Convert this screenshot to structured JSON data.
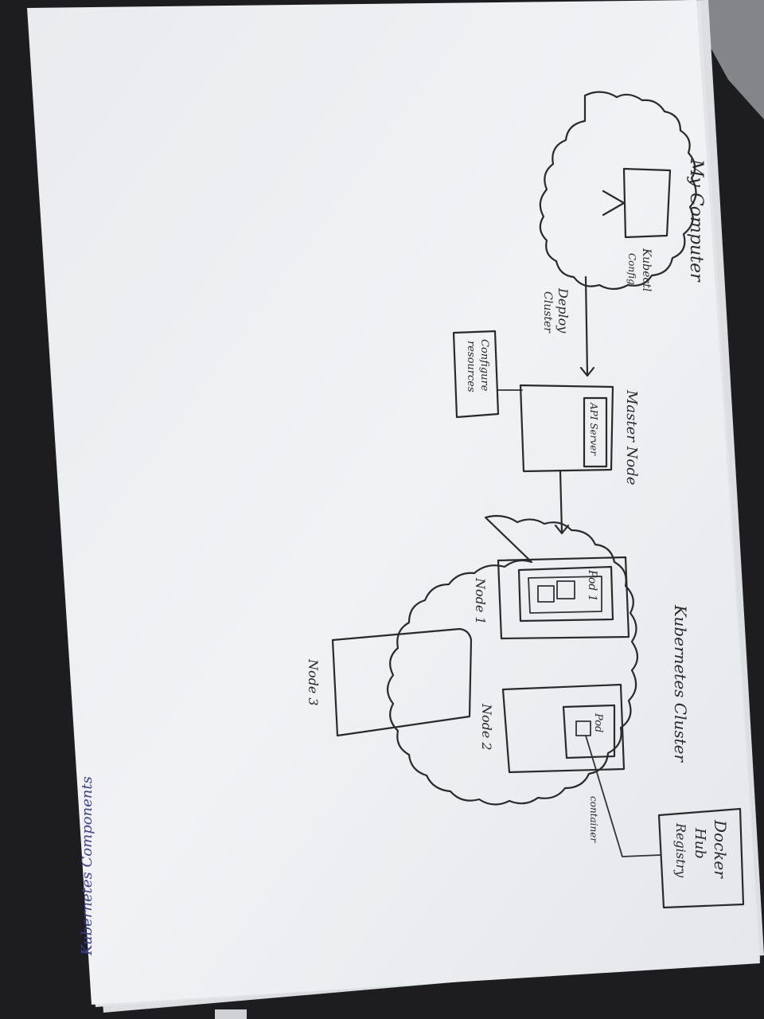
{
  "labels": {
    "my_computer": "My Computer",
    "kubectl": "Kubectl",
    "config": "Config",
    "deploy": "Deploy",
    "cluster_action": "Cluster",
    "configure": "Configure",
    "resources": "resources",
    "master_node": "Master Node",
    "api_server": "API Server",
    "pod1": "Pod 1",
    "node1": "Node 1",
    "pod": "Pod",
    "node2": "Node 2",
    "node3": "Node 3",
    "k8s_cluster": "Kubernetes Cluster",
    "container": "container",
    "docker": "Docker",
    "hub": "Hub",
    "registry": "Registry"
  },
  "margin_note": "Kubernetes Components",
  "colors": {
    "paper": "#eef0f3",
    "ink": "#2a2a2a",
    "blue_ink": "#3a3f9e",
    "background": "#1d1d1f"
  }
}
